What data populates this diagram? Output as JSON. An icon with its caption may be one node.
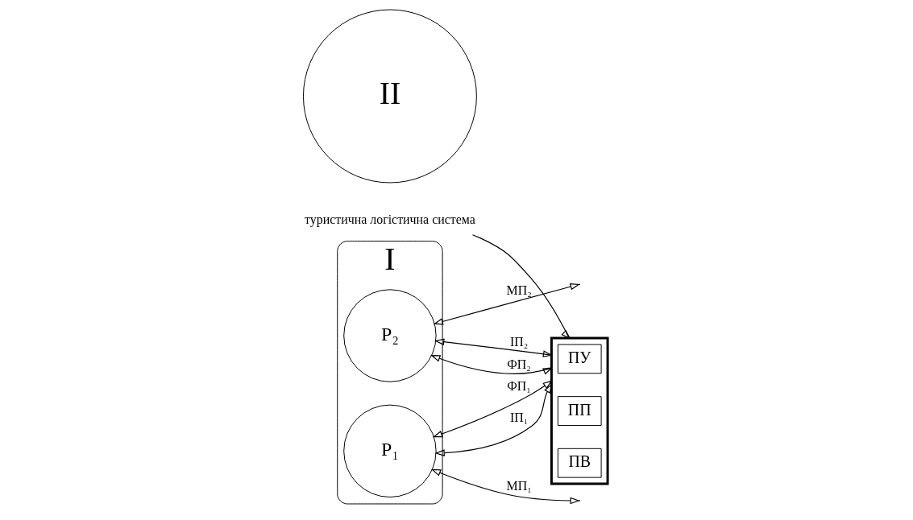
{
  "diagram": {
    "nodes": [
      {
        "text": [
          "I"
        ]
      },
      {
        "text": [
          "P₁"
        ],
        "in": 0
      },
      {
        "text": [
          "P₂"
        ],
        "in": 0
      },
      {
        "text": [],
        "shape": "box"
      },
      {
        "text": [
          "ПУ"
        ],
        "in": 3
      },
      {
        "text": [
          "ПП"
        ],
        "in": 3
      },
      {
        "text": [
          "ПВ"
        ],
        "in": 3
      },
      {
        "text": [
          "II"
        ]
      },
      {
        "text": [
          "туристична логістична система"
        ]
      }
    ],
    "edges": [
      {
        "from": 1,
        "to": null,
        "arrow": "both",
        "label": "МП₁"
      },
      {
        "from": 1,
        "to": 3,
        "arrow": "both",
        "label": "ФП₁"
      },
      {
        "from": 1,
        "to": 3,
        "arrow": "both",
        "label": "ІП₁"
      },
      {
        "from": 2,
        "to": 3,
        "arrow": "both",
        "label": "ІП₂"
      },
      {
        "from": 2,
        "to": 3,
        "arrow": "both",
        "label": "ФП₂"
      },
      {
        "from": 2,
        "to": null,
        "arrow": "both",
        "label": "МП₂"
      },
      {
        "from": 8,
        "to": 3,
        "arrow": "to"
      }
    ]
  }
}
